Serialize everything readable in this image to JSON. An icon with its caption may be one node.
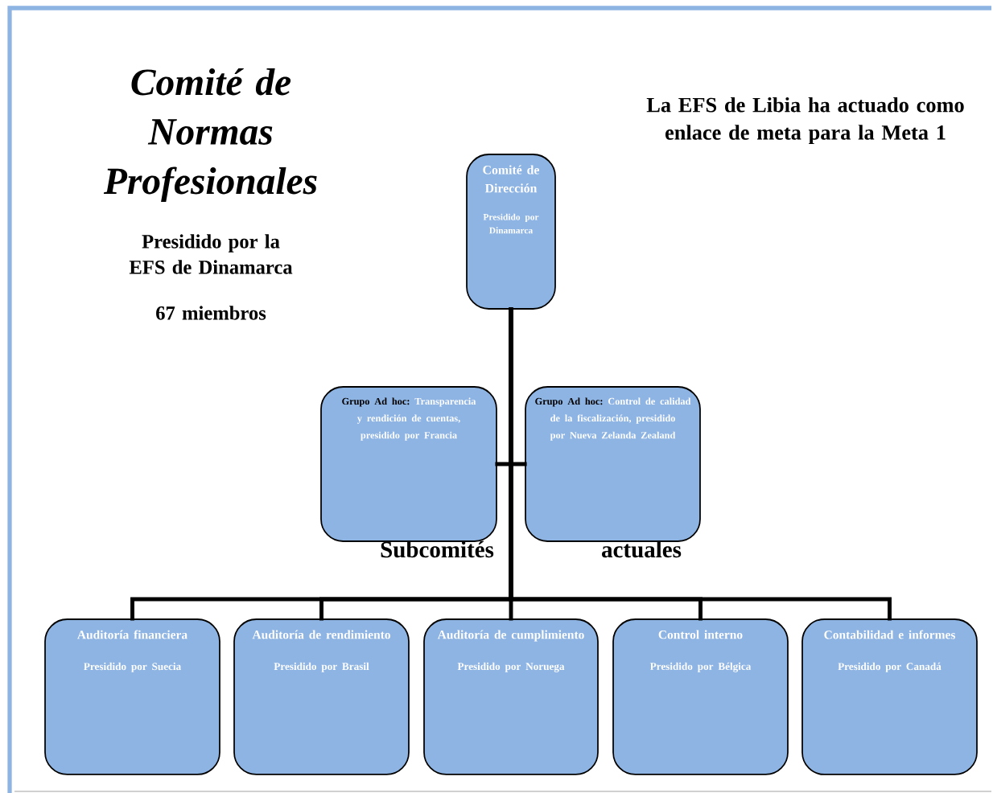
{
  "diagram": {
    "title": "Comité de Normas Profesionales",
    "nodes": [
      {
        "text": [
          "Comité de Dirección",
          "Presidido por Dinamarca"
        ]
      },
      {
        "text": [
          "Grupo Ad hoc:",
          "Transparencia y rendición de cuentas, presidido por Francia"
        ]
      },
      {
        "text": [
          "Grupo Ad hoc:",
          "Control de calidad de la fiscalización, presidido por Nueva Zelanda Zealand"
        ]
      },
      {
        "text": [
          "Auditoría financiera",
          "Presidido por Suecia"
        ]
      },
      {
        "text": [
          "Auditoría de rendimiento",
          "Presidido por Brasil"
        ]
      },
      {
        "text": [
          "Auditoría de cumplimiento",
          "Presidido por Noruega"
        ]
      },
      {
        "text": [
          "Control interno",
          "Presidido por Bélgica"
        ]
      },
      {
        "text": [
          "Contabilidad e informes",
          "Presidido por Canadá"
        ]
      }
    ],
    "edges": [
      {
        "from": 0,
        "to": 1,
        "arrow": "none"
      },
      {
        "from": 0,
        "to": 2,
        "arrow": "none"
      },
      {
        "from": 0,
        "to": 3,
        "arrow": "none"
      },
      {
        "from": 0,
        "to": 4,
        "arrow": "none"
      },
      {
        "from": 0,
        "to": 5,
        "arrow": "none"
      },
      {
        "from": 0,
        "to": 6,
        "arrow": "none"
      },
      {
        "from": 0,
        "to": 7,
        "arrow": "none"
      }
    ],
    "labels": [
      "Presidido por la EFS de Dinamarca",
      "67 miembros",
      "La EFS de Libia ha actuado como enlace de meta para la Meta 1",
      "Subcomités",
      "actuales"
    ]
  }
}
